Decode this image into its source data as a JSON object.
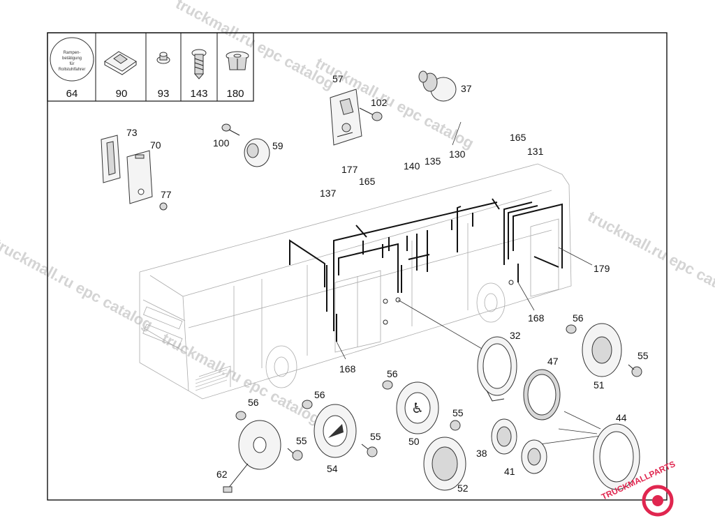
{
  "header_parts": [
    {
      "number": "64",
      "icon": "label-sticker-icon",
      "sticker_text": [
        "Rampen-",
        "betätigung",
        "für",
        "Rollstuhlfahrer"
      ]
    },
    {
      "number": "90",
      "icon": "clip-nut-icon"
    },
    {
      "number": "93",
      "icon": "rivet-icon"
    },
    {
      "number": "143",
      "icon": "screw-icon"
    },
    {
      "number": "180",
      "icon": "spreading-nut-icon"
    }
  ],
  "callouts": {
    "c57": "57",
    "c102": "102",
    "c37": "37",
    "c73": "73",
    "c70": "70",
    "c77": "77",
    "c100": "100",
    "c59": "59",
    "c177": "177",
    "c165a": "165",
    "c137": "137",
    "c140": "140",
    "c135": "135",
    "c130": "130",
    "c165b": "165",
    "c131": "131",
    "c179": "179",
    "c168a": "168",
    "c168b": "168",
    "c32": "32",
    "c47": "47",
    "c56a": "56",
    "c55a": "55",
    "c51": "51",
    "c56b": "56",
    "c55b": "55",
    "c50": "50",
    "c56c": "56",
    "c56d": "56",
    "c55c": "55",
    "c55d": "55",
    "c54": "54",
    "c62": "62",
    "c52": "52",
    "c38": "38",
    "c41": "41",
    "c44": "44"
  },
  "watermark": {
    "text": "truckmall.ru epc catalog",
    "logo_text": "TRUCKMALLPARTS",
    "logo_color": "#e0264f"
  }
}
